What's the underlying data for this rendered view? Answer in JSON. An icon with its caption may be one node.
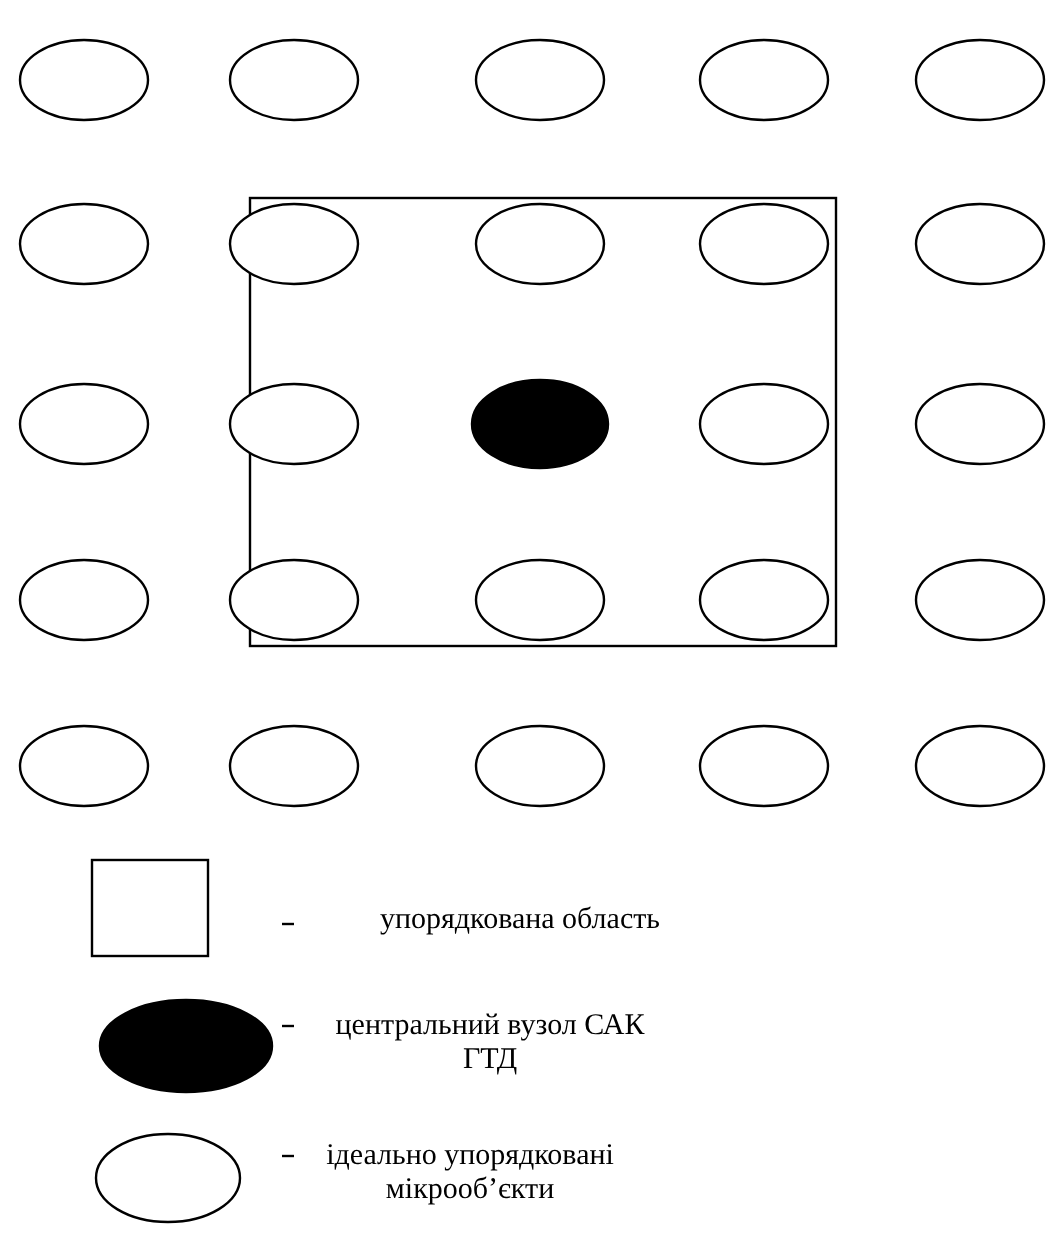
{
  "diagram": {
    "nodes": [
      {
        "text": [],
        "shape": "box"
      },
      {
        "text": [],
        "shape": "ellipse"
      },
      {
        "text": [],
        "shape": "ellipse"
      },
      {
        "text": [],
        "shape": "ellipse"
      },
      {
        "text": [],
        "shape": "ellipse"
      },
      {
        "text": [],
        "shape": "ellipse"
      },
      {
        "text": [],
        "shape": "ellipse"
      },
      {
        "text": [],
        "shape": "ellipse"
      },
      {
        "text": [],
        "shape": "ellipse",
        "in": 0
      },
      {
        "text": [],
        "shape": "ellipse",
        "in": 0
      },
      {
        "text": [],
        "shape": "ellipse"
      },
      {
        "text": [],
        "shape": "ellipse"
      },
      {
        "text": [],
        "shape": "ellipse"
      },
      {
        "text": [],
        "shape": "ellipse",
        "in": 0
      },
      {
        "text": [],
        "shape": "ellipse",
        "in": 0
      },
      {
        "text": [],
        "shape": "ellipse"
      },
      {
        "text": [],
        "shape": "ellipse"
      },
      {
        "text": [],
        "shape": "ellipse"
      },
      {
        "text": [],
        "shape": "ellipse",
        "in": 0
      },
      {
        "text": [],
        "shape": "ellipse",
        "in": 0
      },
      {
        "text": [],
        "shape": "ellipse"
      },
      {
        "text": [],
        "shape": "ellipse"
      },
      {
        "text": [],
        "shape": "ellipse"
      },
      {
        "text": [],
        "shape": "ellipse"
      },
      {
        "text": [],
        "shape": "ellipse"
      },
      {
        "text": [],
        "shape": "ellipse"
      }
    ],
    "legend": [
      {
        "text": "упорядкована область"
      },
      {
        "text": "центральний вузол САК ГТД"
      },
      {
        "text": "ідеально упорядковані мікрооб’єкти"
      }
    ]
  }
}
